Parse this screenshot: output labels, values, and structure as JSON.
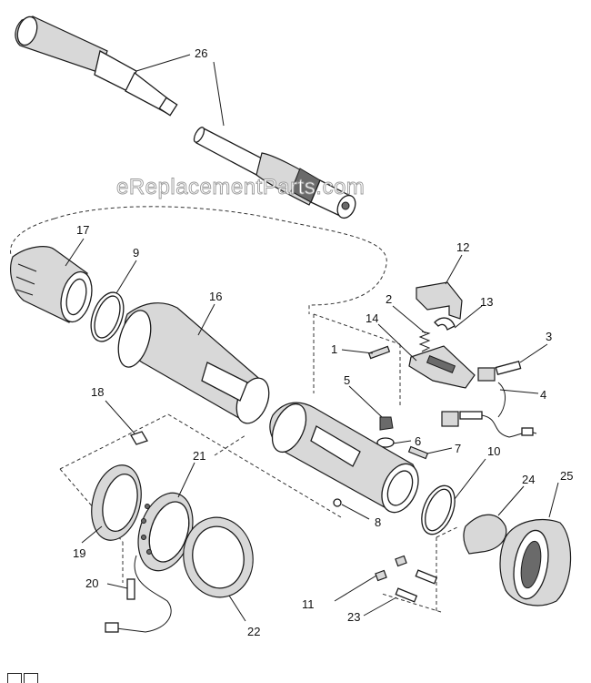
{
  "watermark": "eReplacementParts.com",
  "callouts": {
    "p1": "1",
    "p2": "2",
    "p3": "3",
    "p4": "4",
    "p5": "5",
    "p6": "6",
    "p7": "7",
    "p8": "8",
    "p9": "9",
    "p10": "10",
    "p11": "11",
    "p12": "12",
    "p13": "13",
    "p14": "14",
    "p16": "16",
    "p17": "17",
    "p18": "18",
    "p19": "19",
    "p20": "20",
    "p21": "21",
    "p22": "22",
    "p23": "23",
    "p24": "24",
    "p25": "25",
    "p26": "26"
  }
}
